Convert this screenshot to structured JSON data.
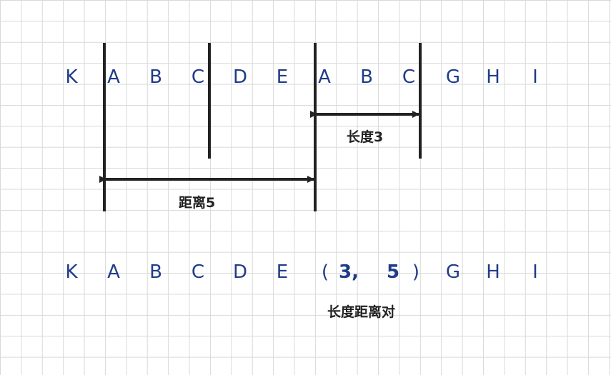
{
  "top_sequence": [
    "K",
    "A",
    "B",
    "C",
    "D",
    "E",
    "A",
    "B",
    "C",
    "G",
    "H",
    "I"
  ],
  "bottom_sequence": {
    "before": [
      "K",
      "A",
      "B",
      "C",
      "D",
      "E"
    ],
    "tuple_open": "(",
    "tuple_length": "3,",
    "tuple_distance": "5",
    "tuple_close": ")",
    "after": [
      "G",
      "H",
      "I"
    ]
  },
  "labels": {
    "length": "长度3",
    "distance": "距离5",
    "pair": "长度距离对"
  },
  "colors": {
    "letters": "#1f3c88",
    "lines": "#222222",
    "grid": "#d9d9d9"
  }
}
